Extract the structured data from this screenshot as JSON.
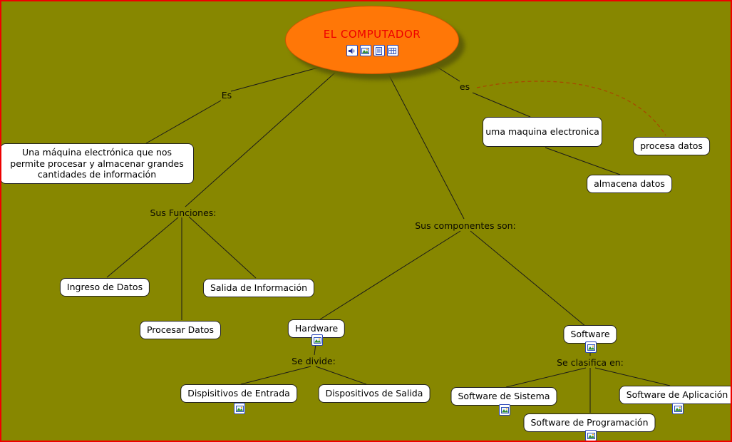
{
  "canvas": {
    "background_color": "#878700",
    "border_color": "#ee0000"
  },
  "root": {
    "label": "EL COMPUTADOR",
    "fill_color": "#ff7707",
    "text_color": "#ee0000",
    "icons": [
      "audio-icon",
      "image-icon",
      "document-icon",
      "table-icon"
    ]
  },
  "link_labels": {
    "es_left": "Es",
    "es_right": "es",
    "funciones": "Sus Funciones:",
    "componentes": "Sus componentes son:",
    "divide": "Se divide:",
    "clasifica": "Se clasifica en:"
  },
  "connector_colors": {
    "solid": "#1a1a1a",
    "dashed": "#a94400"
  },
  "nodes": {
    "definition": {
      "label": "Una máquina electrónica que nos permite procesar y almacenar grandes cantidades de información"
    },
    "maquina": {
      "label": "uma maquina electronica"
    },
    "procesa": {
      "label": "procesa datos"
    },
    "almacena": {
      "label": "almacena datos"
    },
    "ingreso": {
      "label": "Ingreso de Datos"
    },
    "salida": {
      "label": "Salida de Información"
    },
    "procesar": {
      "label": "Procesar Datos"
    },
    "hardware": {
      "label": "Hardware",
      "icon": "image-attachment-icon"
    },
    "software": {
      "label": "Software",
      "icon": "image-attachment-icon"
    },
    "disp_entrada": {
      "label": "Dispisitivos de Entrada",
      "icon": "image-attachment-icon"
    },
    "disp_salida": {
      "label": "Dispositivos de Salida"
    },
    "sw_sistema": {
      "label": "Software de Sistema",
      "icon": "image-attachment-icon"
    },
    "sw_aplicacion": {
      "label": "Software de Aplicación",
      "icon": "image-attachment-icon"
    },
    "sw_programacion": {
      "label": "Software de Programación",
      "icon": "image-attachment-icon"
    }
  }
}
